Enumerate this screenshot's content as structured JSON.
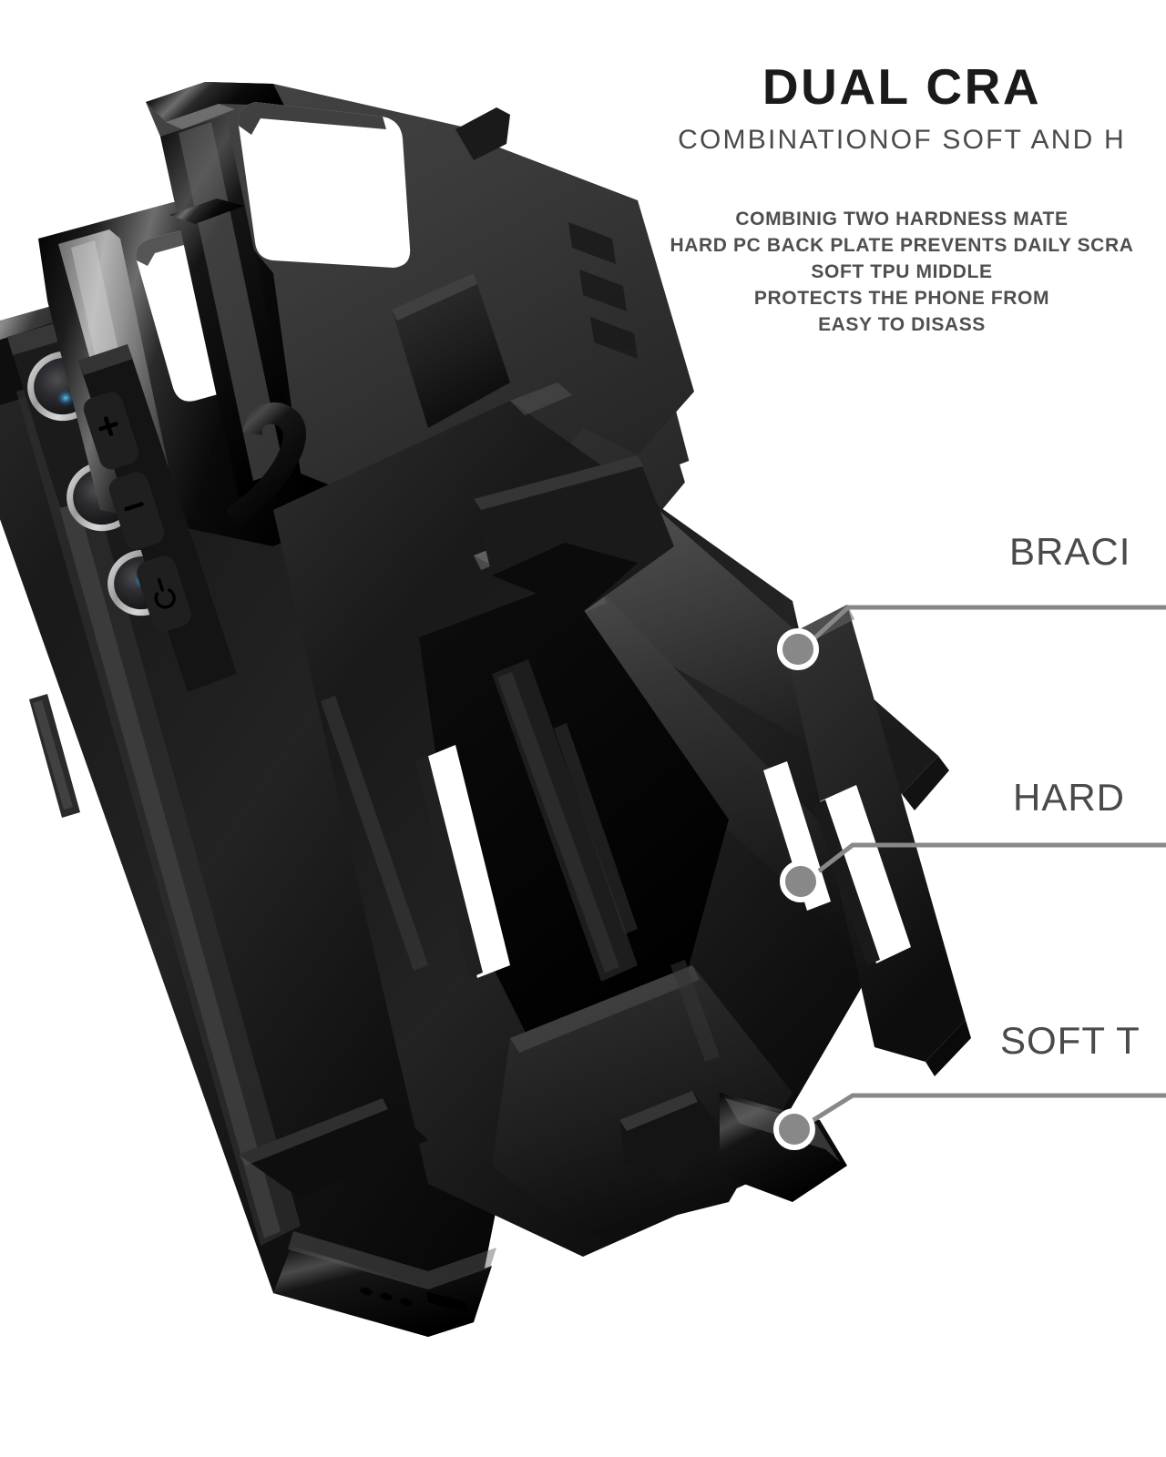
{
  "headline": {
    "title": "DUAL CRA",
    "subtitle": "COMBINATIONOF SOFT AND H"
  },
  "body_copy": {
    "lines": [
      "COMBINIG TWO HARDNESS MATE",
      "HARD PC BACK PLATE PREVENTS DAILY SCRA",
      "SOFT TPU MIDDLE",
      "PROTECTS THE PHONE FROM",
      "EASY TO DISASS"
    ]
  },
  "callouts": [
    {
      "label": "BRACI",
      "name": "bracket"
    },
    {
      "label": "HARD",
      "name": "hard-pc"
    },
    {
      "label": "SOFT T",
      "name": "soft-tpu"
    }
  ],
  "colors": {
    "background": "#ffffff",
    "title_text": "#1a1a1a",
    "subtitle_text": "#4a4a4a",
    "body_text": "#4f4f4f",
    "callout_text": "#4a4a4a",
    "leader_line": "#888888",
    "marker_fill": "#888888",
    "marker_ring": "#ffffff",
    "case_black": "#111111",
    "case_gray": "#3a3a3a",
    "lens_blue": "#3d7fb5"
  },
  "product": {
    "name": "dual-layer-phone-case",
    "pieces": [
      "soft-tpu-inner-shell",
      "hard-pc-back-plate",
      "metal-kickstand-bracket"
    ],
    "camera_lens_count": 3,
    "button_icons": [
      "plus-icon",
      "minus-icon",
      "power-icon"
    ]
  }
}
